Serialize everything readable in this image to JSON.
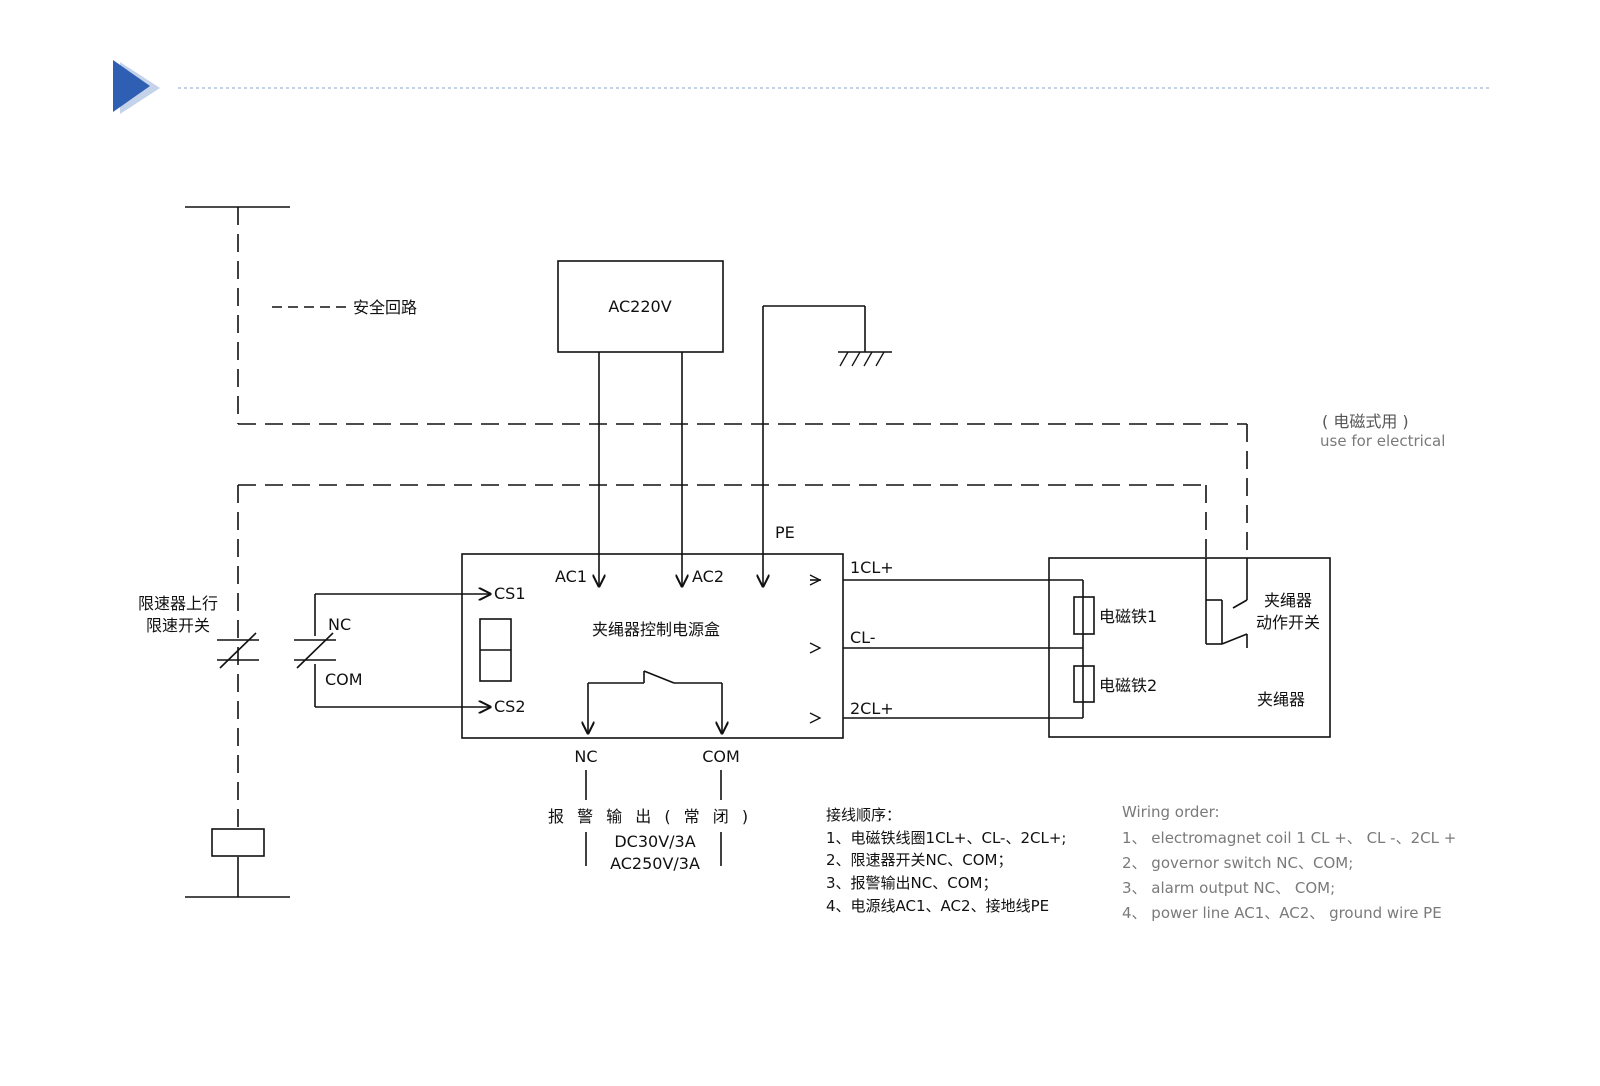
{
  "legend": {
    "safety_loop": "安全回路"
  },
  "power": {
    "label": "AC220V"
  },
  "control_box": {
    "title": "夹绳器控制电源盒",
    "pins": {
      "ac1": "AC1",
      "ac2": "AC2",
      "pe": "PE",
      "cs1": "CS1",
      "cs2": "CS2",
      "cl1_plus": "1CL+",
      "cl_minus": "CL-",
      "cl2_plus": "2CL+"
    }
  },
  "governor_switch": {
    "label_line1": "限速器上行",
    "label_line2": "限速开关"
  },
  "switch_terminals": {
    "nc": "NC",
    "com": "COM"
  },
  "alarm": {
    "nc": "NC",
    "com": "COM",
    "label": "报 警 输 出 ( 常 闭 )",
    "rating1": "DC30V/3A",
    "rating2": "AC250V/3A"
  },
  "rope_gripper": {
    "magnet1": "电磁铁1",
    "magnet2": "电磁铁2",
    "action_switch_line1": "夹绳器",
    "action_switch_line2": "动作开关",
    "name": "夹绳器"
  },
  "electrical_note": {
    "cn": "( 电磁式用 )",
    "en": "use for electrical"
  },
  "wiring_cn": {
    "title": "接线顺序：",
    "items": [
      "1、电磁铁线圈1CL+、CL-、2CL+;",
      "2、限速器开关NC、COM；",
      "3、报警输出NC、COM；",
      "4、电源线AC1、AC2、接地线PE"
    ]
  },
  "wiring_en": {
    "title": "Wiring order:",
    "items": [
      "1、 electromagnet coil 1 CL +、 CL -、2CL +",
      "2、 governor switch NC、COM;",
      "3、 alarm output NC、 COM;",
      "4、 power line AC1、AC2、 ground wire PE"
    ]
  },
  "colors": {
    "accent": "#2f5fb3",
    "accent_light": "#9fb7d6",
    "english_text": "#7a7a7a"
  },
  "icons": {
    "header": "play-triangle-icon",
    "ground": "ground-icon"
  }
}
